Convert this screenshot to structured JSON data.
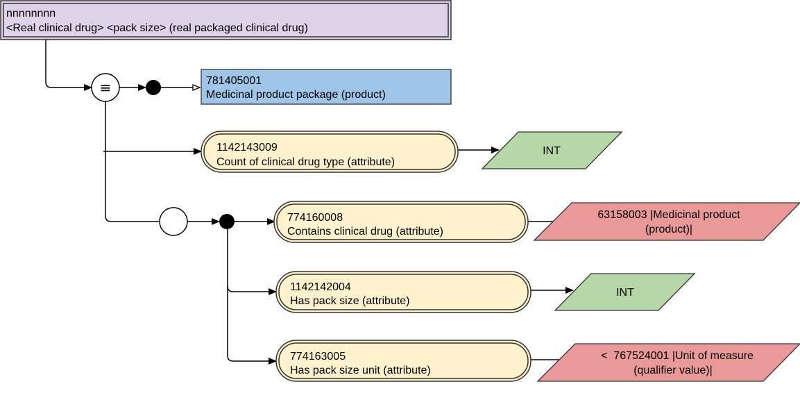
{
  "definition": {
    "code": "nnnnnnnn",
    "text": "<Real clinical drug> <pack size> (real packaged clinical drug)"
  },
  "operators": {
    "equivalence_symbol": "≡"
  },
  "focus_concept": {
    "code": "781405001",
    "label": "Medicinal product package (product)"
  },
  "attributes": [
    {
      "code": "1142143009",
      "label": "Count of clinical drug type (attribute)",
      "value": "INT"
    },
    {
      "code": "774160008",
      "label": "Contains clinical drug (attribute)",
      "value_line1": "63158003 |Medicinal product",
      "value_line2": "(product)|"
    },
    {
      "code": "1142142004",
      "label": "Has pack size (attribute)",
      "value": "INT"
    },
    {
      "code": "774163005",
      "label": "Has pack size unit (attribute)",
      "value_line1": "<  767524001 |Unit of measure",
      "value_line2": "(qualifier value)|"
    }
  ],
  "colors": {
    "definition_fill": "#dcd3e9",
    "definition_stroke": "#333333",
    "focus_fill": "#9fc5e8",
    "attribute_fill": "#fff2cc",
    "concrete_fill": "#b6d7a8",
    "concept_value_fill": "#ea9999"
  }
}
